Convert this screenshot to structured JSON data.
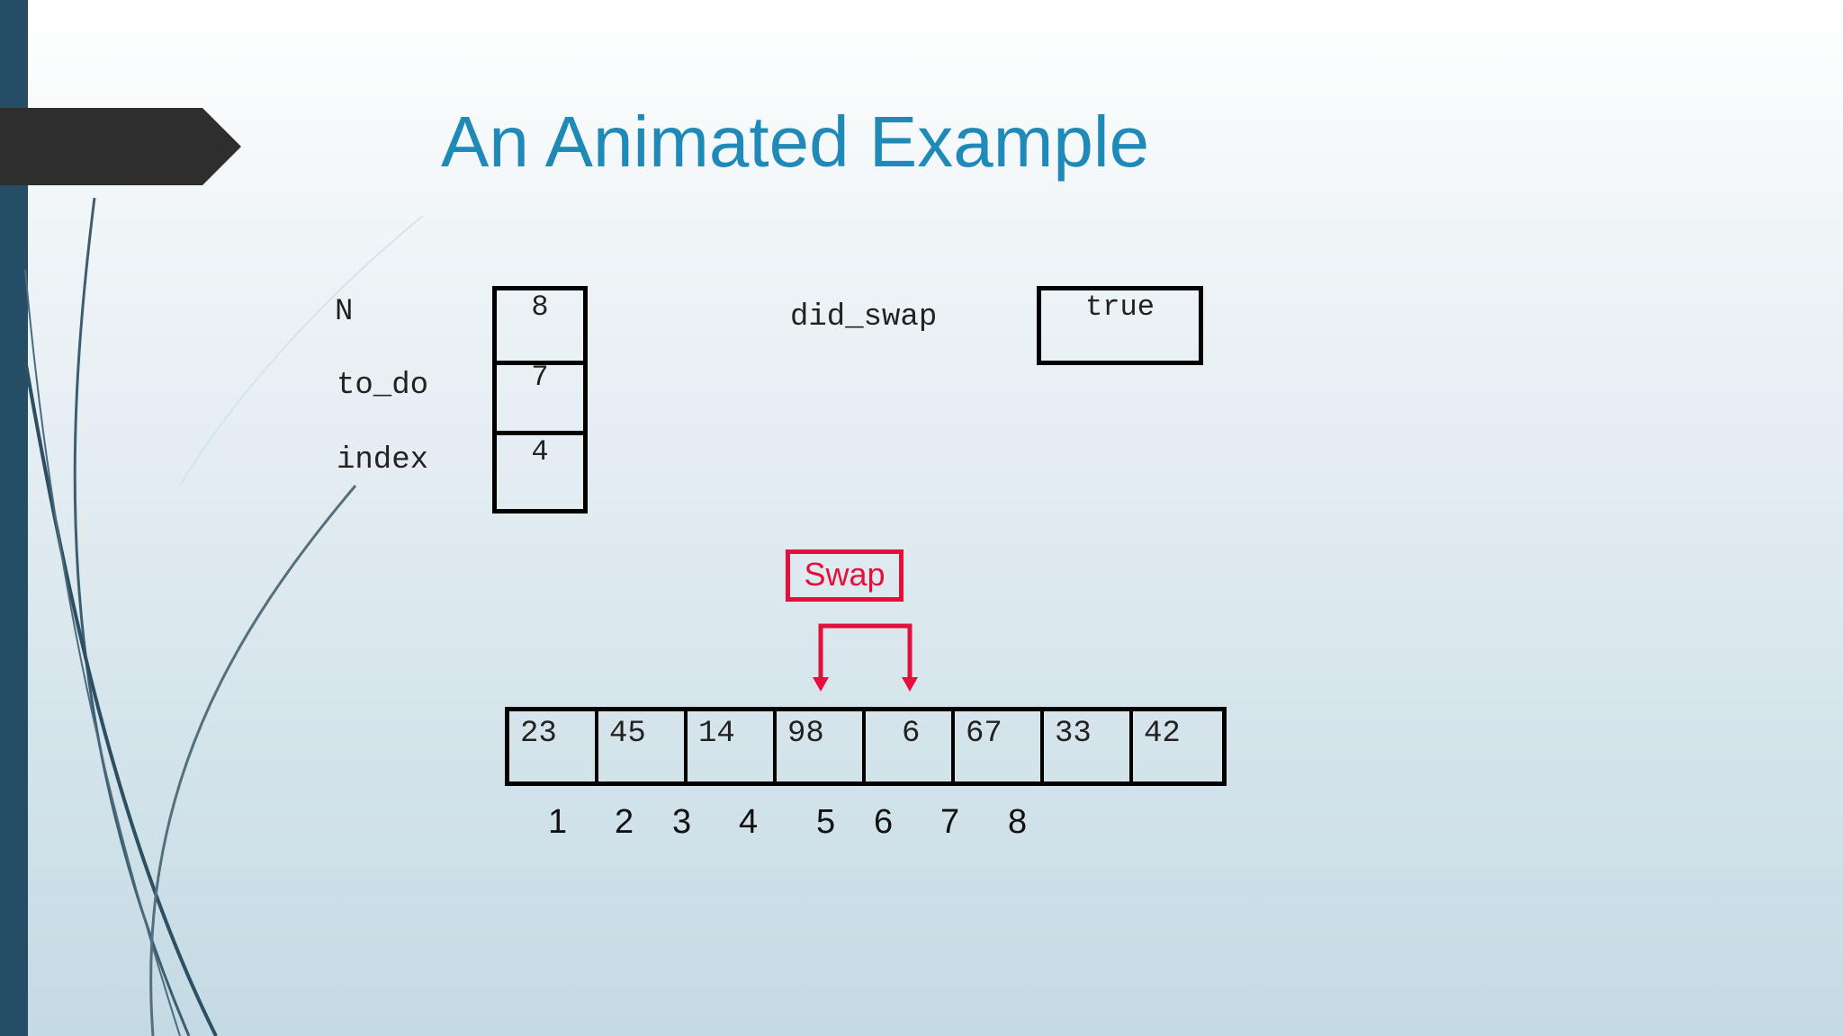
{
  "slide": {
    "title": "An Animated Example"
  },
  "variables": {
    "n_label": "N",
    "n_value": "8",
    "to_do_label": "to_do",
    "to_do_value": "7",
    "index_label": "index",
    "index_value": "4",
    "did_swap_label": "did_swap",
    "did_swap_value": "true"
  },
  "swap_label": "Swap",
  "array": {
    "values": [
      "23",
      "45",
      "14",
      "98",
      "6",
      "67",
      "33",
      "42"
    ],
    "indices": [
      "1",
      "2",
      "3",
      "4",
      "5",
      "6",
      "7",
      "8"
    ]
  },
  "colors": {
    "title": "#1f8ab7",
    "accent_red": "#e4103b",
    "sidebar": "#254e66",
    "tab": "#2e2e2e"
  }
}
